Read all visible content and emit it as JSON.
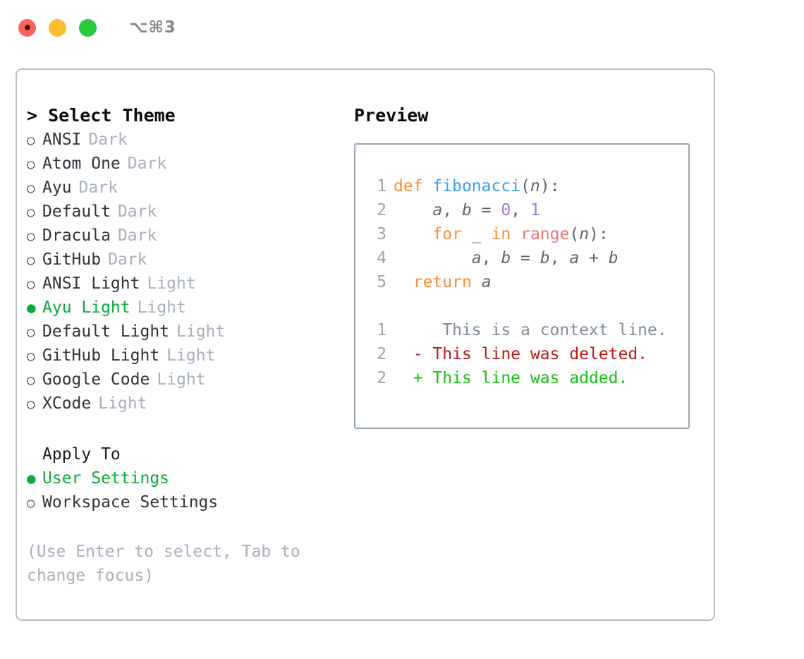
{
  "titlebar": {
    "shortcut": "⌥⌘3",
    "lights": [
      {
        "name": "close",
        "color": "#f9655f"
      },
      {
        "name": "minimize",
        "color": "#fbbd2e"
      },
      {
        "name": "zoom",
        "color": "#2ac940"
      }
    ]
  },
  "theme_panel": {
    "title": "> Select Theme",
    "selected_theme": "Ayu Light",
    "selected_color": "#0aab3c",
    "bullet_selected": "●",
    "bullet_unselected": "○",
    "themes": [
      {
        "name": "ANSI",
        "variant": "Dark",
        "selected": false
      },
      {
        "name": "Atom One",
        "variant": "Dark",
        "selected": false
      },
      {
        "name": "Ayu",
        "variant": "Dark",
        "selected": false
      },
      {
        "name": "Default",
        "variant": "Dark",
        "selected": false
      },
      {
        "name": "Dracula",
        "variant": "Dark",
        "selected": false
      },
      {
        "name": "GitHub",
        "variant": "Dark",
        "selected": false
      },
      {
        "name": "ANSI Light",
        "variant": "Light",
        "selected": false
      },
      {
        "name": "Ayu Light",
        "variant": "Light",
        "selected": true
      },
      {
        "name": "Default Light",
        "variant": "Light",
        "selected": false
      },
      {
        "name": "GitHub Light",
        "variant": "Light",
        "selected": false
      },
      {
        "name": "Google Code",
        "variant": "Light",
        "selected": false
      },
      {
        "name": "XCode",
        "variant": "Light",
        "selected": false
      }
    ]
  },
  "apply_to": {
    "title": "Apply To",
    "options": [
      {
        "label": "User Settings",
        "selected": true
      },
      {
        "label": "Workspace Settings",
        "selected": false
      }
    ]
  },
  "hint": "(Use Enter to select, Tab to change focus)",
  "preview": {
    "title": "Preview",
    "code_lines": [
      {
        "lineno": "1",
        "tokens": [
          {
            "t": "def",
            "c": "kw"
          },
          {
            "t": " ",
            "c": "plain"
          },
          {
            "t": "fibonacci",
            "c": "fn"
          },
          {
            "t": "(",
            "c": "punct"
          },
          {
            "t": "n",
            "c": "var"
          },
          {
            "t": "):",
            "c": "punct"
          }
        ]
      },
      {
        "lineno": "2",
        "tokens": [
          {
            "t": "    ",
            "c": "plain"
          },
          {
            "t": "a",
            "c": "var"
          },
          {
            "t": ", ",
            "c": "punct"
          },
          {
            "t": "b",
            "c": "var"
          },
          {
            "t": " = ",
            "c": "punct"
          },
          {
            "t": "0",
            "c": "num"
          },
          {
            "t": ", ",
            "c": "punct"
          },
          {
            "t": "1",
            "c": "num"
          }
        ]
      },
      {
        "lineno": "3",
        "tokens": [
          {
            "t": "    ",
            "c": "plain"
          },
          {
            "t": "for",
            "c": "kw"
          },
          {
            "t": " ",
            "c": "plain"
          },
          {
            "t": "_",
            "c": "var"
          },
          {
            "t": " ",
            "c": "plain"
          },
          {
            "t": "in",
            "c": "kw"
          },
          {
            "t": " ",
            "c": "plain"
          },
          {
            "t": "range",
            "c": "builtin"
          },
          {
            "t": "(",
            "c": "punct"
          },
          {
            "t": "n",
            "c": "var"
          },
          {
            "t": "):",
            "c": "punct"
          }
        ]
      },
      {
        "lineno": "4",
        "tokens": [
          {
            "t": "        ",
            "c": "plain"
          },
          {
            "t": "a",
            "c": "var"
          },
          {
            "t": ", ",
            "c": "punct"
          },
          {
            "t": "b",
            "c": "var"
          },
          {
            "t": " = ",
            "c": "punct"
          },
          {
            "t": "b",
            "c": "var"
          },
          {
            "t": ", ",
            "c": "punct"
          },
          {
            "t": "a",
            "c": "var"
          },
          {
            "t": " + ",
            "c": "punct"
          },
          {
            "t": "b",
            "c": "var"
          }
        ]
      },
      {
        "lineno": "5",
        "tokens": [
          {
            "t": "  ",
            "c": "plain"
          },
          {
            "t": "return",
            "c": "kw"
          },
          {
            "t": " ",
            "c": "plain"
          },
          {
            "t": "a",
            "c": "var"
          }
        ]
      }
    ],
    "diff_lines": [
      {
        "lineno": "1",
        "marker": " ",
        "text": "  This is a context line.",
        "kind": "ctx"
      },
      {
        "lineno": "2",
        "marker": "-",
        "text": " This line was deleted.",
        "kind": "del"
      },
      {
        "lineno": "2",
        "marker": "+",
        "text": " This line was added.",
        "kind": "add"
      }
    ],
    "syntax_colors": {
      "keyword": "#fa8d3e",
      "function": "#399ee6",
      "number": "#a37acc",
      "builtin": "#f07171",
      "variable": "#5c6773",
      "lineno": "#9aa5b2",
      "diff_context": "#828c99",
      "diff_deleted": "#c11616",
      "diff_added": "#12c312"
    }
  }
}
